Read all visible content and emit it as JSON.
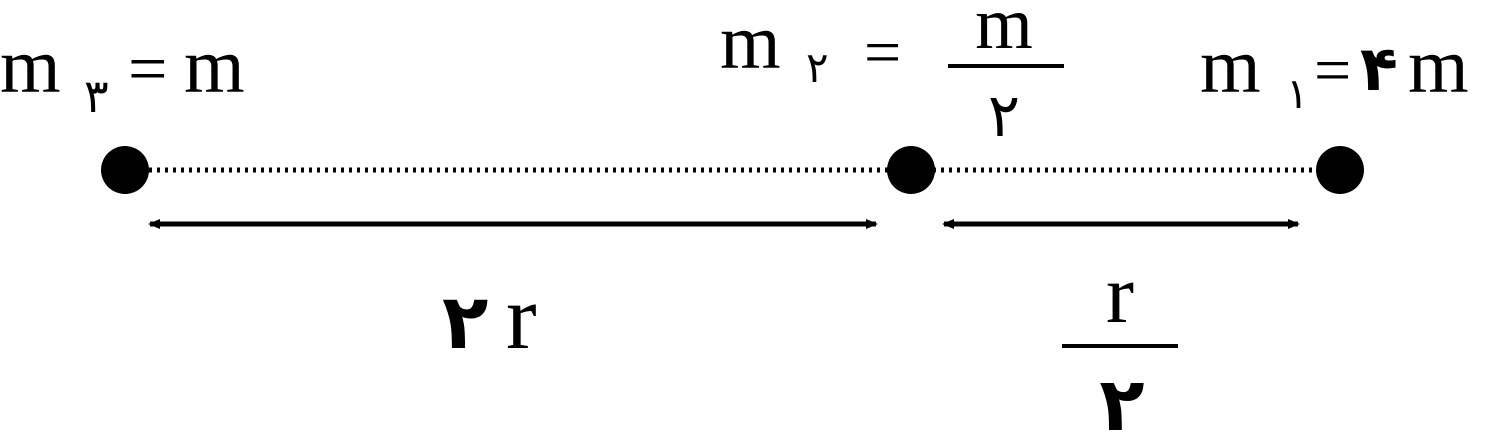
{
  "masses": [
    {
      "id": "m3",
      "symbol": "m",
      "subscript": "۳",
      "equals": "=",
      "value": "m"
    },
    {
      "id": "m2",
      "symbol": "m",
      "subscript": "۲",
      "equals": "=",
      "value_numerator": "m",
      "value_denominator": "۲"
    },
    {
      "id": "m1",
      "symbol": "m",
      "subscript": "۱",
      "equals": "=",
      "value_coefficient": "۴",
      "value_symbol": "m"
    }
  ],
  "distances": {
    "left": {
      "coefficient": "۲",
      "symbol": "r"
    },
    "right": {
      "numerator": "r",
      "denominator": "۲"
    }
  },
  "colors": {
    "ink": "#000000",
    "background": "#ffffff"
  }
}
